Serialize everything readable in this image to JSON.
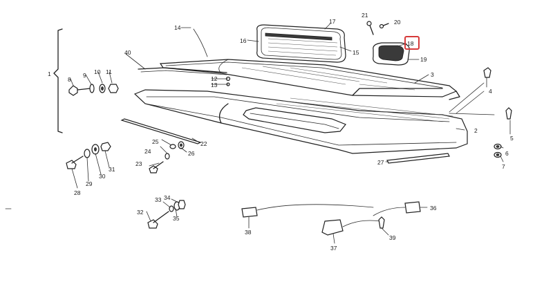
{
  "diagram": {
    "highlight_color": "#d63a3a",
    "highlighted_label": "18",
    "callouts": [
      {
        "id": "1",
        "text": "1"
      },
      {
        "id": "2",
        "text": "2"
      },
      {
        "id": "3",
        "text": "3"
      },
      {
        "id": "4",
        "text": "4"
      },
      {
        "id": "5",
        "text": "5"
      },
      {
        "id": "6",
        "text": "6"
      },
      {
        "id": "7",
        "text": "7"
      },
      {
        "id": "8",
        "text": "8"
      },
      {
        "id": "9",
        "text": "9"
      },
      {
        "id": "10",
        "text": "10"
      },
      {
        "id": "11",
        "text": "11"
      },
      {
        "id": "12",
        "text": "12"
      },
      {
        "id": "13",
        "text": "13"
      },
      {
        "id": "14",
        "text": "14"
      },
      {
        "id": "15",
        "text": "15"
      },
      {
        "id": "16",
        "text": "16"
      },
      {
        "id": "17",
        "text": "17"
      },
      {
        "id": "18",
        "text": "18"
      },
      {
        "id": "19",
        "text": "19"
      },
      {
        "id": "20",
        "text": "20"
      },
      {
        "id": "21",
        "text": "21"
      },
      {
        "id": "22",
        "text": "22"
      },
      {
        "id": "23",
        "text": "23"
      },
      {
        "id": "24",
        "text": "24"
      },
      {
        "id": "25",
        "text": "25"
      },
      {
        "id": "26",
        "text": "26"
      },
      {
        "id": "27",
        "text": "27"
      },
      {
        "id": "28",
        "text": "28"
      },
      {
        "id": "29",
        "text": "29"
      },
      {
        "id": "30",
        "text": "30"
      },
      {
        "id": "31",
        "text": "31"
      },
      {
        "id": "32",
        "text": "32"
      },
      {
        "id": "33",
        "text": "33"
      },
      {
        "id": "34",
        "text": "34"
      },
      {
        "id": "35",
        "text": "35"
      },
      {
        "id": "36",
        "text": "36"
      },
      {
        "id": "37",
        "text": "37"
      },
      {
        "id": "38",
        "text": "38"
      },
      {
        "id": "39",
        "text": "39"
      },
      {
        "id": "40",
        "text": "40"
      }
    ]
  }
}
